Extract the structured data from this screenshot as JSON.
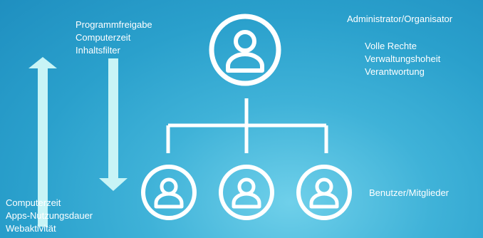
{
  "top_center_labels": [
    "Programmfreigabe",
    "Computerzeit",
    "Inhaltsfilter"
  ],
  "bottom_left_labels": [
    "Computerzeit",
    "Apps-Nutzungsdauer",
    "Webaktivität"
  ],
  "admin": {
    "title": "Administrator/Organisator",
    "details": [
      "Volle Rechte",
      "Verwaltungshoheit",
      "Verantwortung"
    ]
  },
  "members": {
    "label": "Benutzer/Mitglieder"
  },
  "colors": {
    "arrow": "#c8f4f6",
    "line": "#ffffff"
  }
}
